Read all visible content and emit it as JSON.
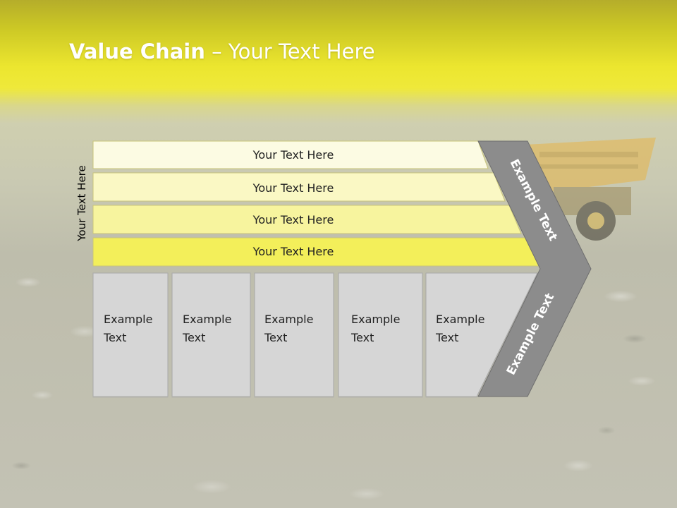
{
  "slide": {
    "title_bold": "Value Chain",
    "title_rest": " – Your Text Here",
    "side_label": "Your Text Here"
  },
  "bars": [
    {
      "label": "Your Text Here",
      "color": "#fcfbe3"
    },
    {
      "label": "Your Text Here",
      "color": "#faf8c4"
    },
    {
      "label": "Your Text Here",
      "color": "#f7f49e"
    },
    {
      "label": "Your Text Here",
      "color": "#f3ef5a"
    }
  ],
  "boxes": [
    {
      "line1": "Example",
      "line2": "Text"
    },
    {
      "line1": "Example",
      "line2": "Text"
    },
    {
      "line1": "Example",
      "line2": "Text"
    },
    {
      "line1": "Example",
      "line2": "Text"
    },
    {
      "line1": "Example",
      "line2": "Text"
    }
  ],
  "chevron": {
    "upper_label": "Example Text",
    "lower_label": "Example Text",
    "color": "#8c8c8c"
  },
  "colors": {
    "box_fill": "#d6d6d6",
    "box_stroke": "#a8a8a8",
    "bar_stroke": "#c8c47a"
  }
}
